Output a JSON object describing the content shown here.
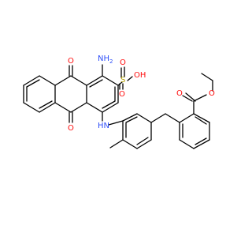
{
  "atoms": {
    "amino": {
      "label": "NH2",
      "sub": "2",
      "main": "NH",
      "color": "#3050f8"
    },
    "imino": {
      "label": "HN",
      "color": "#3050f8"
    },
    "quinone_o_top": {
      "label": "O",
      "color": "#ff0d0d"
    },
    "quinone_o_bottom": {
      "label": "O",
      "color": "#ff0d0d"
    },
    "sulfur": {
      "label": "S",
      "color": "#b3a000"
    },
    "sulfonyl_oh": {
      "label": "OH",
      "color": "#ff0d0d"
    },
    "sulfonyl_o_right": {
      "label": "O",
      "color": "#ff0d0d"
    },
    "sulfonyl_o_bottom": {
      "label": "O",
      "color": "#ff0d0d"
    },
    "ester_o_carbonyl": {
      "label": "O",
      "color": "#ff0d0d"
    },
    "ester_o_link": {
      "label": "O",
      "color": "#ff0d0d"
    }
  }
}
